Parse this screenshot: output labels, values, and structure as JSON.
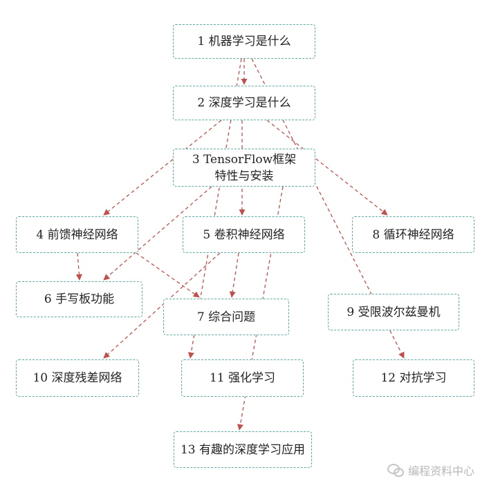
{
  "diagram": {
    "nodes": [
      {
        "id": "n1",
        "label": "1 机器学习是什么"
      },
      {
        "id": "n2",
        "label": "2 深度学习是什么"
      },
      {
        "id": "n3",
        "label_line1": "3 TensorFlow框架",
        "label_line2": "特性与安装"
      },
      {
        "id": "n4",
        "label": "4 前馈神经网络"
      },
      {
        "id": "n5",
        "label": "5 卷积神经网络"
      },
      {
        "id": "n8",
        "label": "8 循环神经网络"
      },
      {
        "id": "n6",
        "label": "6 手写板功能"
      },
      {
        "id": "n7",
        "label": "7 综合问题"
      },
      {
        "id": "n9",
        "label": "9 受限波尔兹曼机"
      },
      {
        "id": "n10",
        "label": "10 深度残差网络"
      },
      {
        "id": "n11",
        "label": "11 强化学习"
      },
      {
        "id": "n12",
        "label": "12 对抗学习"
      },
      {
        "id": "n13",
        "label": "13 有趣的深度学习应用"
      }
    ],
    "edges": [
      {
        "from": "n1",
        "to": "n2"
      },
      {
        "from": "n1",
        "to": "n11"
      },
      {
        "from": "n1",
        "to": "n12"
      },
      {
        "from": "n2",
        "to": "n4"
      },
      {
        "from": "n2",
        "to": "n5"
      },
      {
        "from": "n2",
        "to": "n8"
      },
      {
        "from": "n3",
        "to": "n6"
      },
      {
        "from": "n3",
        "to": "n13"
      },
      {
        "from": "n4",
        "to": "n6"
      },
      {
        "from": "n4",
        "to": "n7"
      },
      {
        "from": "n5",
        "to": "n7"
      },
      {
        "from": "n5",
        "to": "n10"
      }
    ],
    "edge_color": "#c0504d",
    "node_border_color": "#5aa8a2"
  },
  "watermark": {
    "text": "编程资料中心",
    "icon": "wechat-icon"
  }
}
